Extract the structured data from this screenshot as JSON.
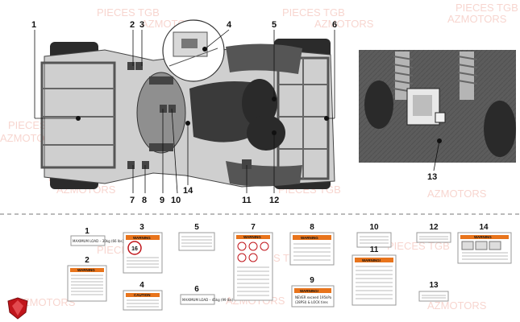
{
  "watermark": {
    "line1": "PIECES TGB",
    "line2": "AZMOTORS"
  },
  "callouts": {
    "c1": "1",
    "c2": "2",
    "c3": "3",
    "c4": "4",
    "c5": "5",
    "c6": "6",
    "c7": "7",
    "c8": "8",
    "c9": "9",
    "c10": "10",
    "c11": "11",
    "c12": "12",
    "c13": "13",
    "c14": "14"
  },
  "labels": {
    "l1": "1",
    "l2": "2",
    "l3": "3",
    "l4": "4",
    "l5": "5",
    "l6": "6",
    "l7": "7",
    "l8": "8",
    "l9": "9",
    "l10": "10",
    "l11": "11",
    "l12": "12",
    "l13": "13",
    "l14": "14"
  },
  "label_text": {
    "max_load_1": "MAXIMUM LOAD – 30kg (66 lbs)",
    "warning": "WARNING",
    "warning_bang": "WARNING!",
    "caution": "CAUTION",
    "age_badge": "16",
    "max_load_6": "MAXIMUM LOAD – 45kg (99 lbs)",
    "never_exceed": "NEVER exceed 195kPa",
    "never_exceed_2": "(28PSI) & LOCK tires"
  },
  "colors": {
    "warning_orange": "#e8741c",
    "badge_red": "#c0151b",
    "callout_line": "#111111"
  }
}
